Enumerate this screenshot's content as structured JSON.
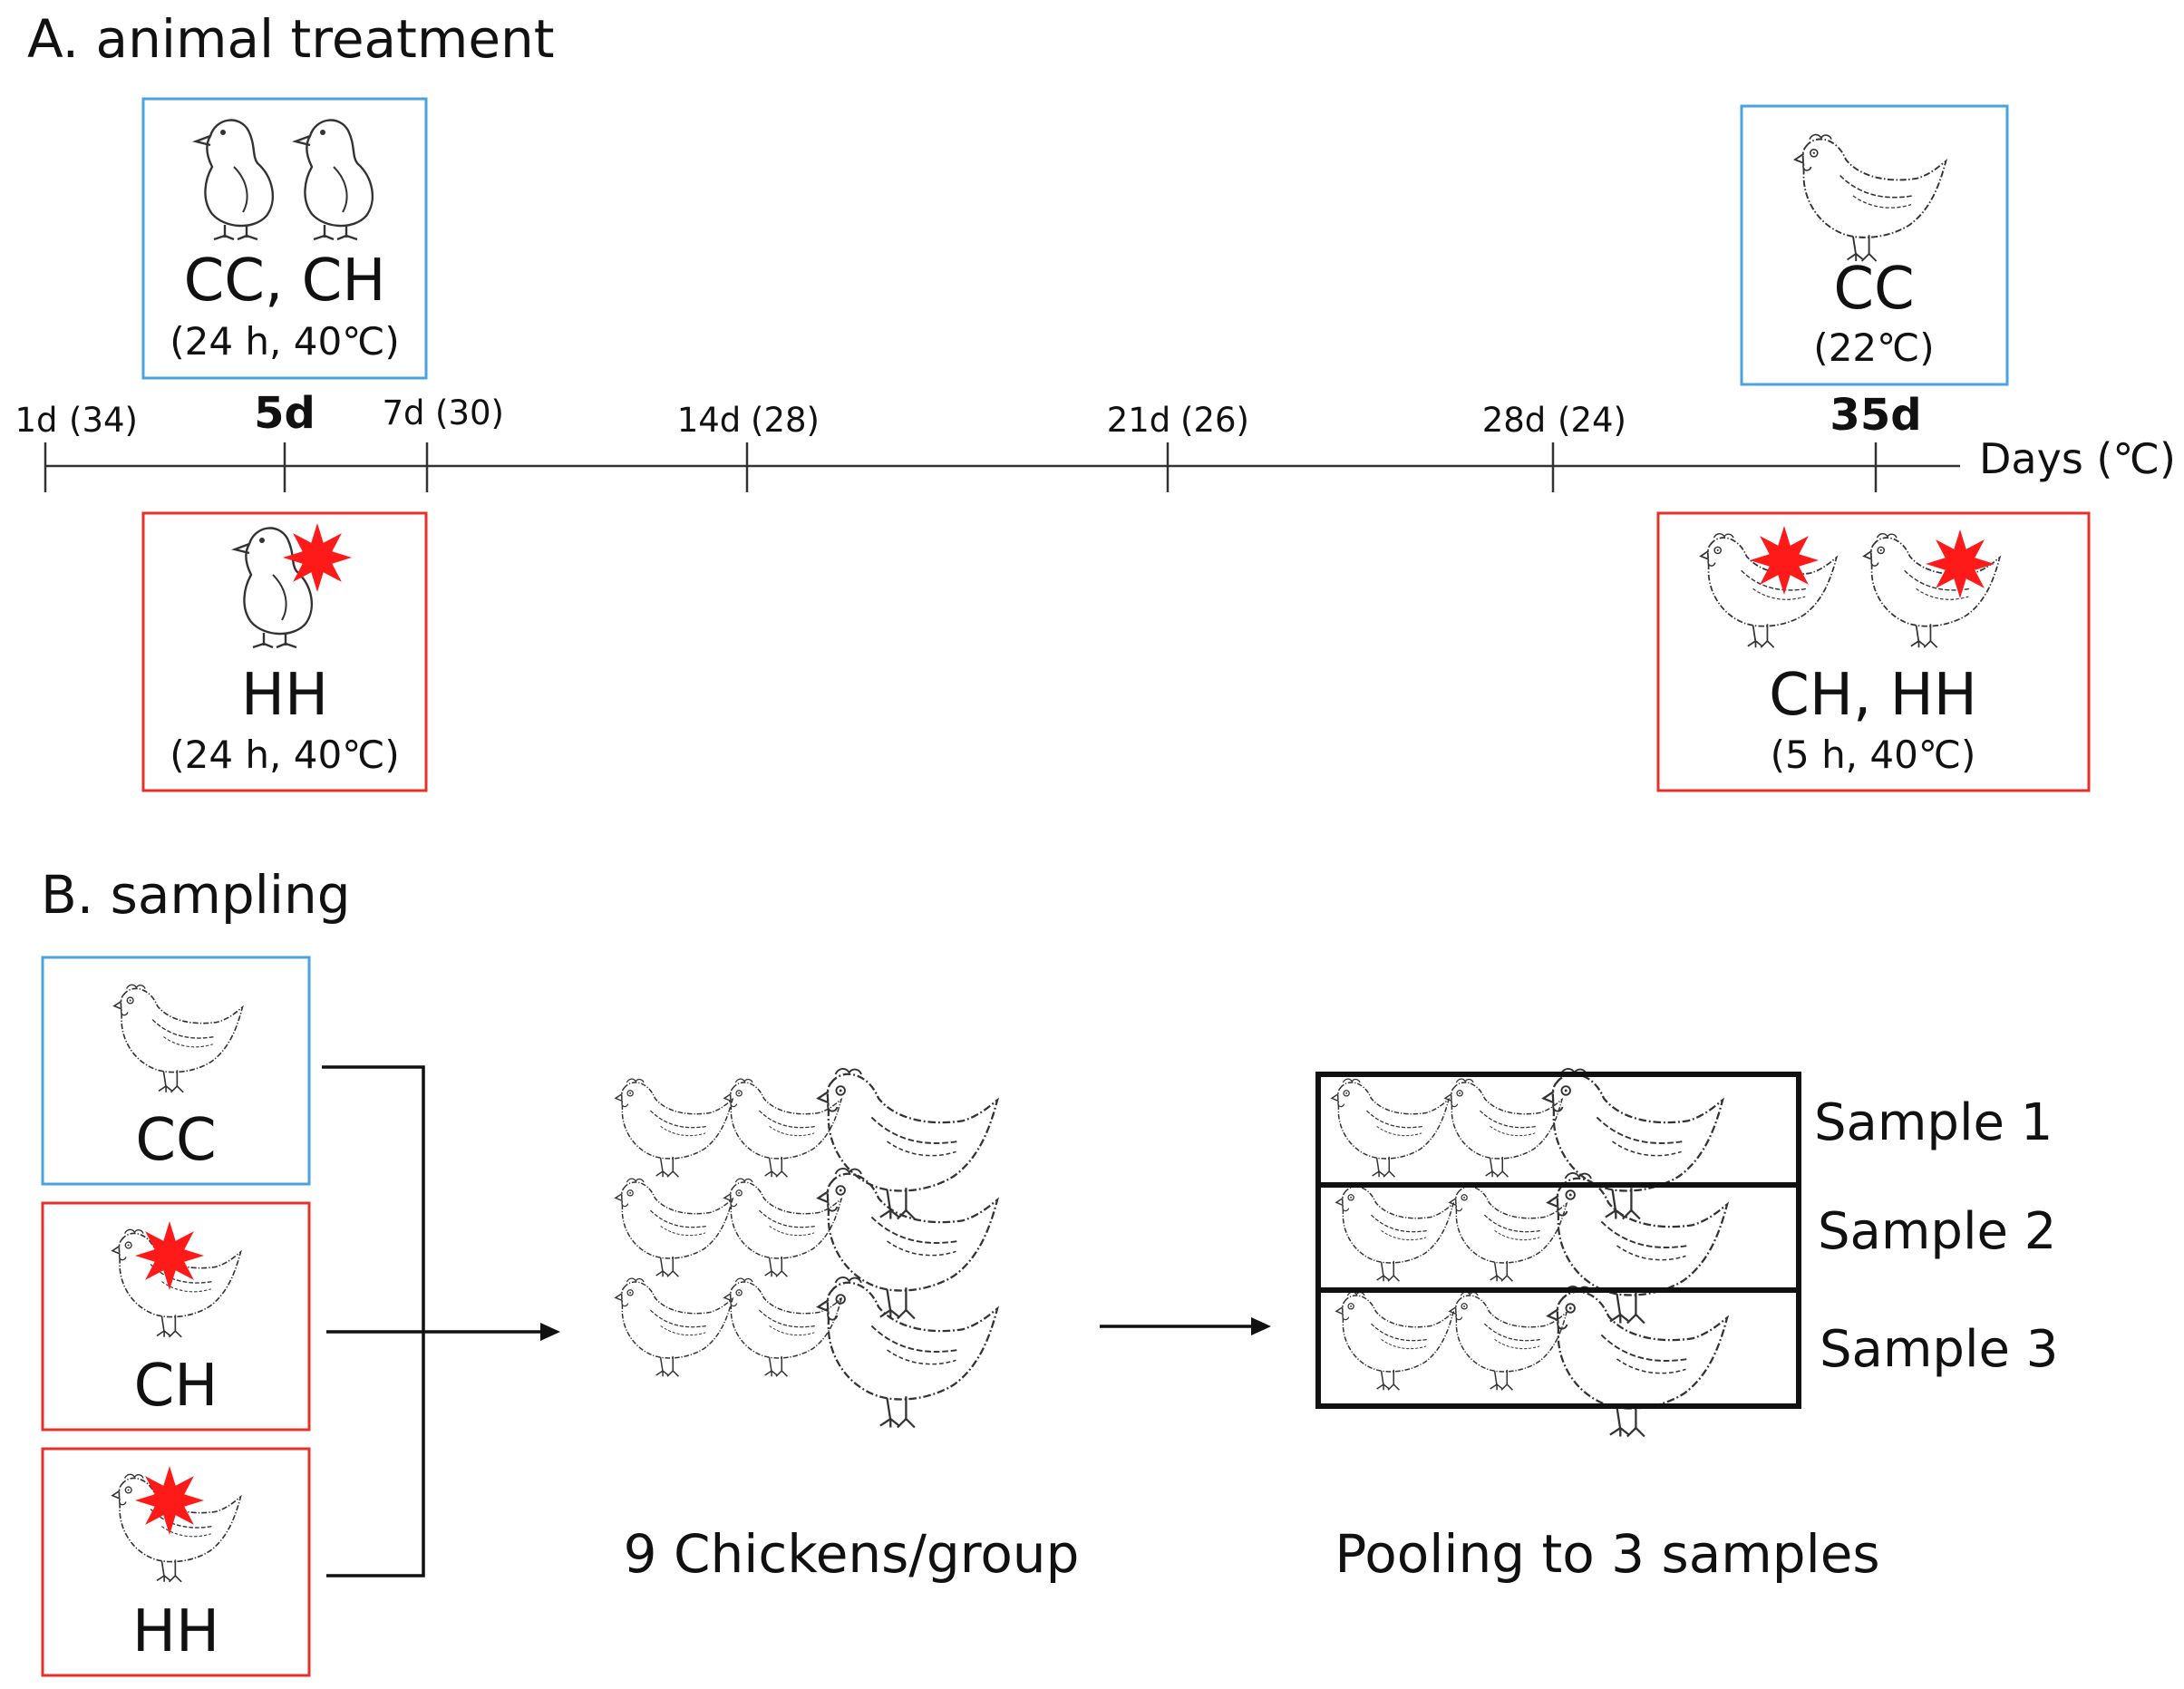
{
  "sections": {
    "a_title": "A. animal treatment",
    "b_title": "B. sampling"
  },
  "timeline": {
    "axis_label": "Days (℃)",
    "ticks": [
      {
        "day": "1d",
        "temp": "(34)"
      },
      {
        "day": "5d",
        "temp": ""
      },
      {
        "day": "7d",
        "temp": "(30)"
      },
      {
        "day": "14d",
        "temp": "(28)"
      },
      {
        "day": "21d",
        "temp": "(26)"
      },
      {
        "day": "28d",
        "temp": "(24)"
      },
      {
        "day": "35d",
        "temp": ""
      }
    ]
  },
  "treatments": {
    "day5_control": {
      "groups": "CC, CH",
      "condition": "(24 h, 40℃)",
      "chicks": 2,
      "border_color": "#4aa3df"
    },
    "day5_heat": {
      "groups": "HH",
      "condition": "(24 h, 40℃)",
      "chicks": 1,
      "border_color": "#e8302a"
    },
    "day35_control": {
      "groups": "CC",
      "condition": "(22℃)",
      "hens": 1,
      "border_color": "#4aa3df"
    },
    "day35_heat": {
      "groups": "CH, HH",
      "condition": "(5 h, 40℃)",
      "hens": 2,
      "border_color": "#e8302a"
    }
  },
  "sampling": {
    "groups": [
      {
        "label": "CC",
        "heat_stress": false,
        "border_color": "#4aa3df"
      },
      {
        "label": "CH",
        "heat_stress": true,
        "border_color": "#e8302a"
      },
      {
        "label": "HH",
        "heat_stress": true,
        "border_color": "#e8302a"
      }
    ],
    "chickens_caption": "9 Chickens/group",
    "pooling_caption": "Pooling to 3 samples",
    "samples": [
      "Sample 1",
      "Sample 2",
      "Sample 3"
    ]
  },
  "icons": {
    "chick": "chick-icon",
    "hen": "hen-icon",
    "heat": "heat-star-icon"
  },
  "colors": {
    "control_border": "#4aa3df",
    "heat_border": "#e8302a",
    "heat_star": "#ff1a1a"
  }
}
